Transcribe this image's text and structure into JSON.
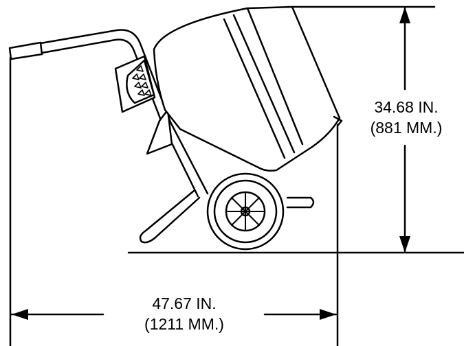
{
  "dimensions": {
    "height": {
      "imperial": "34.68 IN.",
      "metric": "(881 MM.)"
    },
    "width": {
      "imperial": "47.67 IN.",
      "metric": "(1211 MM.)"
    }
  },
  "colors": {
    "line": "#000000",
    "background": "#ffffff"
  }
}
